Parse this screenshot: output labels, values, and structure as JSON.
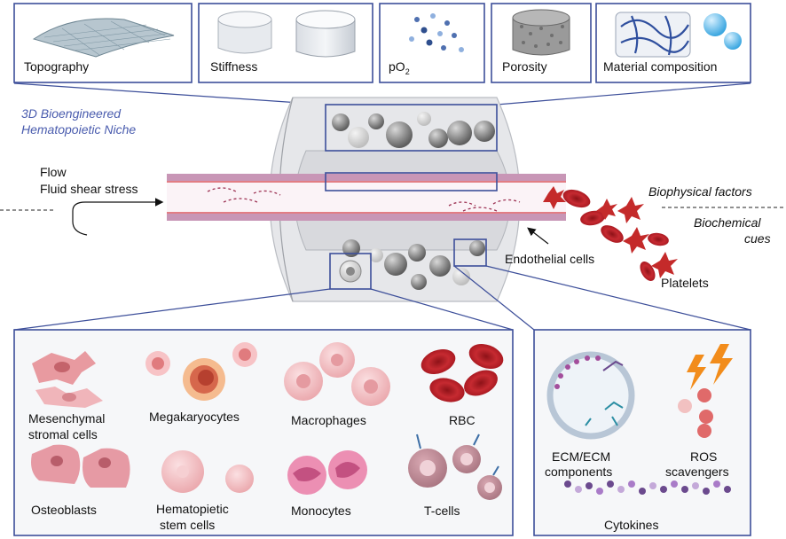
{
  "top_panels": {
    "topography": "Topography",
    "stiffness": "Stiffness",
    "po2_prefix": "pO",
    "po2_sub": "2",
    "porosity": "Porosity",
    "material": "Material composition"
  },
  "niche": {
    "line1": "3D Bioengineered",
    "line2": "Hematopoietic Niche"
  },
  "flow": {
    "line1": "Flow",
    "line2": "Fluid shear stress"
  },
  "factors": {
    "biophysical": "Biophysical factors",
    "biochemical_1": "Biochemical",
    "biochemical_2": "cues"
  },
  "vessel_labels": {
    "endothelial": "Endothelial cells",
    "platelets": "Platelets"
  },
  "cells": {
    "msc_1": "Mesenchymal",
    "msc_2": "stromal cells",
    "megakaryocytes": "Megakaryocytes",
    "macrophages": "Macrophages",
    "rbc": "RBC",
    "osteoblasts": "Osteoblasts",
    "hsc_1": "Hematopietic",
    "hsc_2": "stem cells",
    "monocytes": "Monocytes",
    "tcells": "T-cells"
  },
  "biochem": {
    "ecm_1": "ECM/ECM",
    "ecm_2": "components",
    "ros_1": "ROS",
    "ros_2": "scavengers",
    "cytokines": "Cytokines"
  },
  "colors": {
    "frame": "#3d4f9a",
    "vessel": "#c896b6",
    "rbc": "#c0242c",
    "platelet": "#c42a2a"
  }
}
